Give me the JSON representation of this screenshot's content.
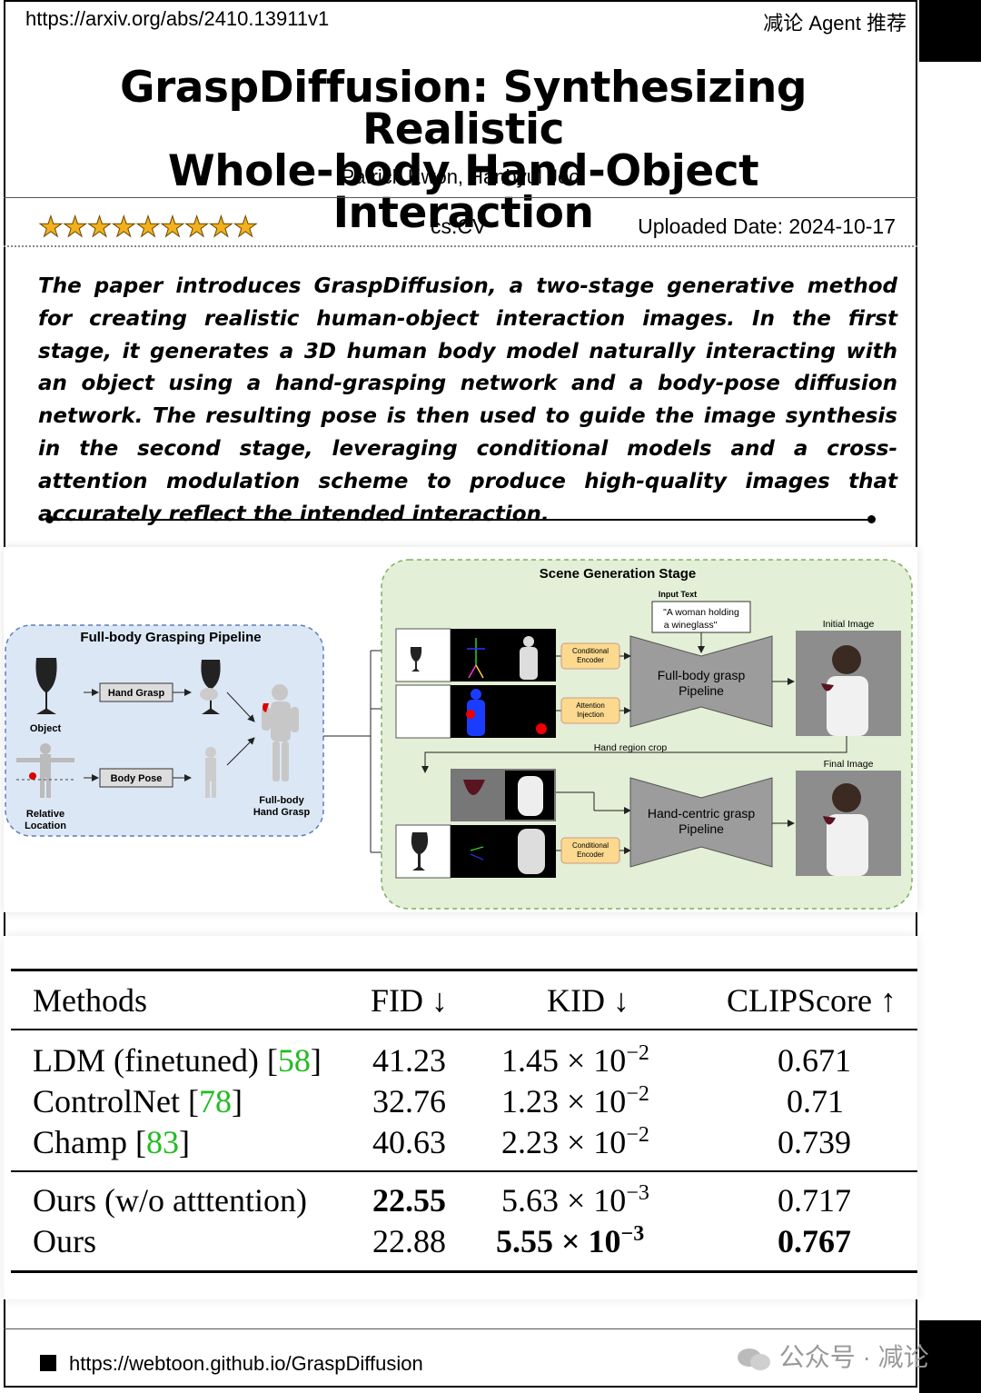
{
  "header": {
    "url": "https://arxiv.org/abs/2410.13911v1",
    "brand": "减论 Agent 推荐"
  },
  "paper": {
    "title_line1": "GraspDiffusion: Synthesizing Realistic",
    "title_line2": "Whole-body Hand-Object Interaction",
    "authors": "Patrick Kwon, Hanbyul Joo",
    "rating_stars": "★★★★★★★★★",
    "rating": 9,
    "category": "cs.CV",
    "uploaded": "Uploaded Date: 2024-10-17",
    "abstract": "The paper introduces GraspDiffusion, a two-stage generative method for creating realistic human-object interaction images. In the first stage, it generates a 3D human body model naturally interacting with an object using a hand-grasping network and a body-pose diffusion network. The resulting pose is then used to guide the image synthesis in the second stage, leveraging conditional models and a cross-attention modulation scheme to produce high-quality images that accurately reflect the intended interaction."
  },
  "figure": {
    "left_panel_title": "Full-body Grasping Pipeline",
    "object_label": "Object",
    "relative_location_label1": "Relative",
    "relative_location_label2": "Location",
    "hand_grasp_box": "Hand Grasp",
    "body_pose_box": "Body Pose",
    "fullbody_label1": "Full-body",
    "fullbody_label2": "Hand Grasp",
    "right_panel_title": "Scene Generation Stage",
    "input_text_label": "Input Text",
    "input_text_line1": "\"A woman holding",
    "input_text_line2": "a wineglass\"",
    "conditional_encoder1": "Conditional",
    "conditional_encoder2": "Encoder",
    "attention_injection1": "Attention",
    "attention_injection2": "Injection",
    "fullbody_pipeline1": "Full-body grasp",
    "fullbody_pipeline2": "Pipeline",
    "handcentric_pipeline1": "Hand-centric grasp",
    "handcentric_pipeline2": "Pipeline",
    "hand_region_crop": "Hand region crop",
    "initial_image": "Initial Image",
    "final_image": "Final Image"
  },
  "table": {
    "headers": [
      "Methods",
      "FID ↓",
      "KID ↓",
      "CLIPScore ↑"
    ],
    "group1": [
      {
        "method": "LDM (finetuned) [",
        "ref": "58",
        "close": "]",
        "fid": "41.23",
        "kid_mant": "1.45 × 10",
        "kid_exp": "−2",
        "clip": "0.671"
      },
      {
        "method": "ControlNet [",
        "ref": "78",
        "close": "]",
        "fid": "32.76",
        "kid_mant": "1.23 × 10",
        "kid_exp": "−2",
        "clip": "0.71"
      },
      {
        "method": "Champ [",
        "ref": "83",
        "close": "]",
        "fid": "40.63",
        "kid_mant": "2.23 × 10",
        "kid_exp": "−2",
        "clip": "0.739"
      }
    ],
    "group2": [
      {
        "method": "Ours (w/o atttention)",
        "fid": "22.55",
        "kid_mant": "5.63 × 10",
        "kid_exp": "−3",
        "clip": "0.717"
      },
      {
        "method": "Ours",
        "fid": "22.88",
        "kid_mant": "5.55 × 10",
        "kid_exp": "−3",
        "clip": "0.767"
      }
    ]
  },
  "footer": {
    "project_url": "https://webtoon.github.io/GraspDiffusion",
    "watermark": "公众号 · 减论"
  },
  "colors": {
    "star": "#f2b01e",
    "ref_link": "#22bb22",
    "left_panel_bg": "#dce7f5",
    "right_panel_bg": "#e3efd6",
    "encoder_bg": "#fbd98f"
  }
}
